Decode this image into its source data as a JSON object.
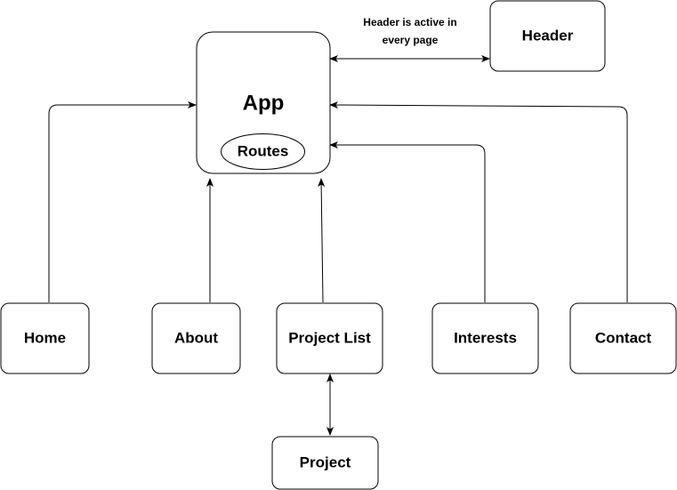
{
  "nodes": {
    "app": {
      "label": "App",
      "sub_label": "Routes"
    },
    "header": {
      "label": "Header"
    },
    "home": {
      "label": "Home"
    },
    "about": {
      "label": "About"
    },
    "project_list": {
      "label": "Project List"
    },
    "interests": {
      "label": "Interests"
    },
    "contact": {
      "label": "Contact"
    },
    "project": {
      "label": "Project"
    }
  },
  "edges": [
    {
      "from": "home",
      "to": "app",
      "direction": "to"
    },
    {
      "from": "about",
      "to": "app",
      "direction": "to"
    },
    {
      "from": "project_list",
      "to": "app",
      "direction": "to"
    },
    {
      "from": "interests",
      "to": "app",
      "direction": "to"
    },
    {
      "from": "contact",
      "to": "app",
      "direction": "to"
    },
    {
      "from": "app",
      "to": "header",
      "direction": "both"
    },
    {
      "from": "project_list",
      "to": "project",
      "direction": "both"
    }
  ],
  "annotations": {
    "header_note_line1": "Header is active in",
    "header_note_line2": "every page"
  }
}
